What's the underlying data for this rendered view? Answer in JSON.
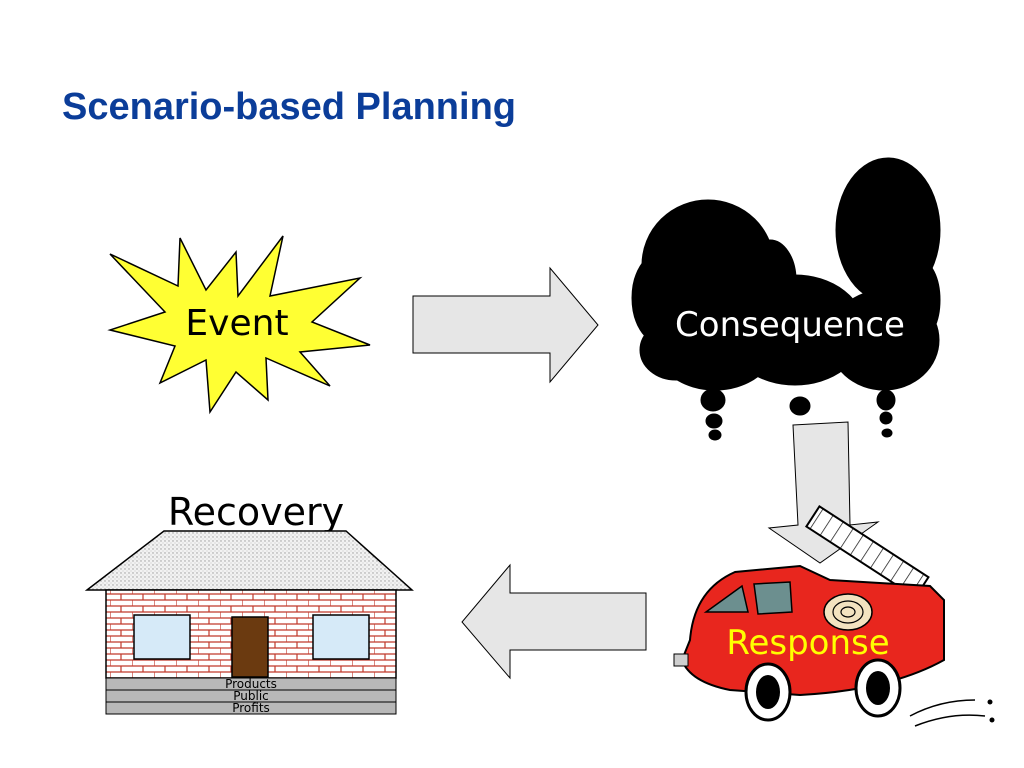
{
  "slide": {
    "title": "Scenario-based Planning"
  },
  "diagram": {
    "event_label": "Event",
    "consequence_label": "Consequence",
    "response_label": "Response",
    "recovery_label": "Recovery",
    "foundation_labels": [
      "Products",
      "Public",
      "Profits"
    ]
  },
  "colors": {
    "title": "#0b3d99",
    "event_burst": "#ffff33",
    "arrow_fill": "#e6e6e6",
    "smoke": "#000000",
    "truck_body": "#e8261e",
    "response_text": "#ffff00",
    "brick": "#c0392b",
    "door": "#6b3a10",
    "window": "#d6eaf8",
    "roof": "#e9e9e9",
    "foundation": "#b8b8b8"
  },
  "icons": [
    "starburst-icon",
    "smoke-cloud-icon",
    "fire-truck-icon",
    "house-icon",
    "arrow-right-icon",
    "arrow-down-icon",
    "arrow-left-icon"
  ]
}
